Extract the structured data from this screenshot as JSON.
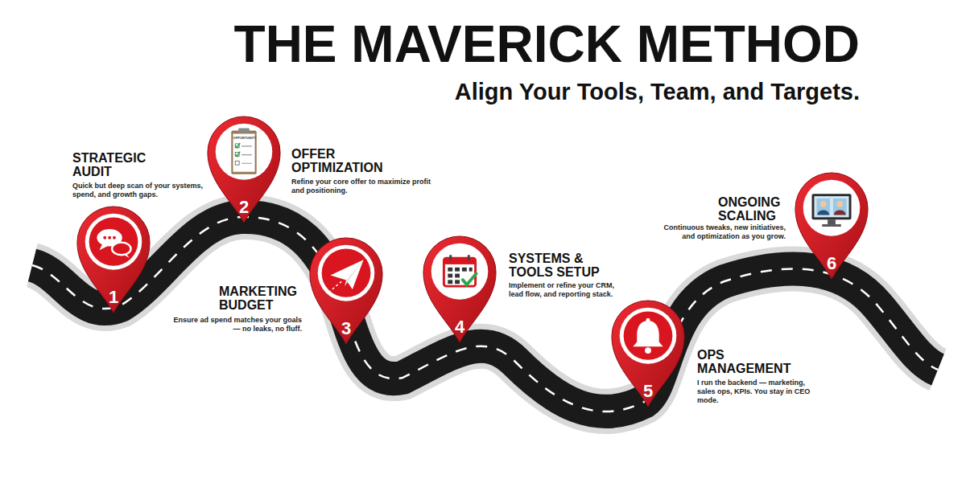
{
  "diagram": {
    "title": "THE MAVERICK METHOD",
    "nodes": [
      {
        "text": [
          "1",
          "STRATEGIC AUDIT",
          "Quick but deep scan of your systems, spend, and growth gaps."
        ]
      },
      {
        "text": [
          "2",
          "OFFER OPTIMIZATION",
          "Refine your core offer to maximize profit and positioning."
        ]
      },
      {
        "text": [
          "3",
          "MARKETING BUDGET",
          "Ensure ad spend matches your goals — no leaks, no fluff."
        ]
      },
      {
        "text": [
          "4",
          "SYSTEMS & TOOLS SETUP",
          "Implement or refine your CRM, lead flow, and reporting stack."
        ]
      },
      {
        "text": [
          "5",
          "OPS MANAGEMENT",
          "I run the backend — marketing, sales ops, KPIs. You stay in CEO mode."
        ]
      },
      {
        "text": [
          "6",
          "ONGOING SCALING",
          "Continuous tweaks, new initiatives, and optimization as you grow."
        ]
      }
    ],
    "labels": [
      "Align Your Tools, Team, and Targets.",
      "OPPORTUNITY"
    ]
  }
}
